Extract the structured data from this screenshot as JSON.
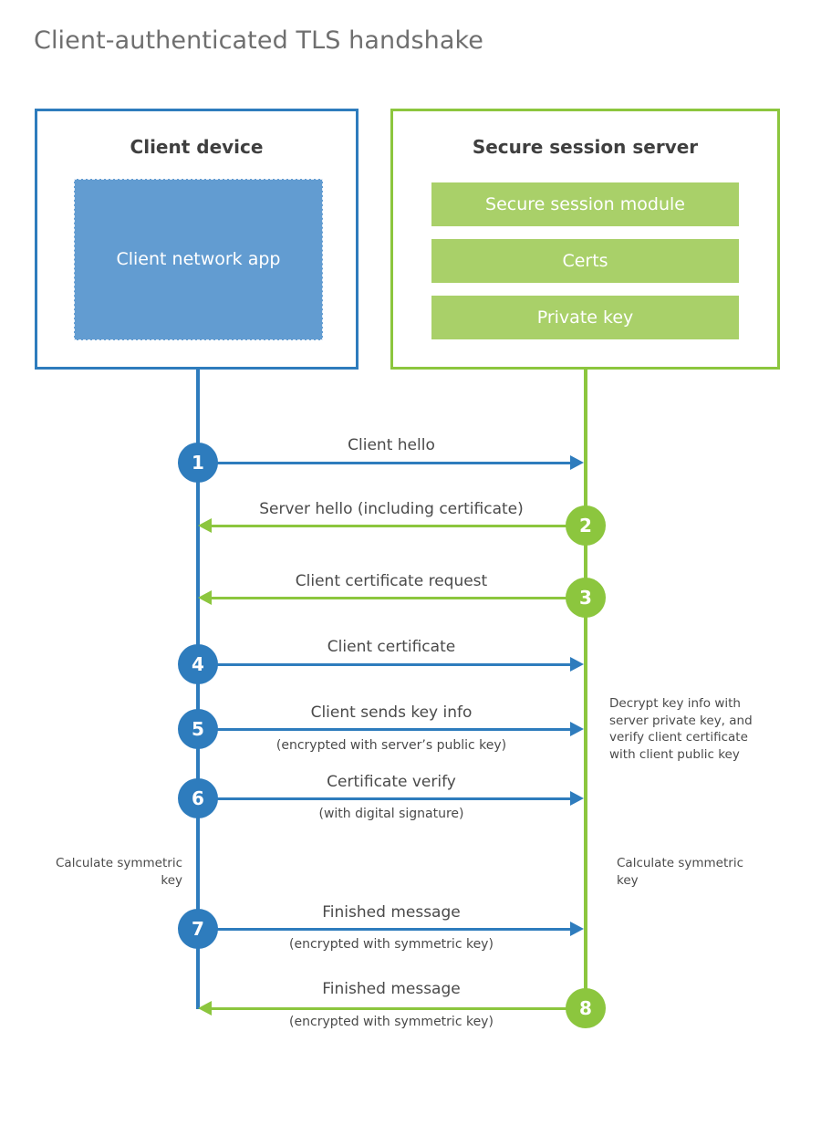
{
  "title": "Client-authenticated TLS handshake",
  "colors": {
    "client_blue": "#2e7cbd",
    "client_app_fill": "#629cd1",
    "server_green": "#8cc63e",
    "server_bar_fill": "#a9d069",
    "title_gray": "#6f6f6f",
    "text_gray": "#4a4a4a",
    "background": "#ffffff"
  },
  "client": {
    "title": "Client device",
    "app_label": "Client network app"
  },
  "server": {
    "title": "Secure session server",
    "modules": [
      "Secure session module",
      "Certs",
      "Private key"
    ]
  },
  "messages": [
    {
      "step": "1",
      "label": "Client hello",
      "sublabel": "",
      "direction": "client-to-server",
      "badge_side": "client",
      "badge_color": "blue"
    },
    {
      "step": "2",
      "label": "Server hello (including certificate)",
      "sublabel": "",
      "direction": "server-to-client",
      "badge_side": "server",
      "badge_color": "green"
    },
    {
      "step": "3",
      "label": "Client certificate request",
      "sublabel": "",
      "direction": "server-to-client",
      "badge_side": "server",
      "badge_color": "green"
    },
    {
      "step": "4",
      "label": "Client certificate",
      "sublabel": "",
      "direction": "client-to-server",
      "badge_side": "client",
      "badge_color": "blue"
    },
    {
      "step": "5",
      "label": "Client sends key info",
      "sublabel": "(encrypted with server’s public key)",
      "direction": "client-to-server",
      "badge_side": "client",
      "badge_color": "blue"
    },
    {
      "step": "6",
      "label": "Certificate verify",
      "sublabel": "(with digital signature)",
      "direction": "client-to-server",
      "badge_side": "client",
      "badge_color": "blue"
    },
    {
      "step": "7",
      "label": "Finished message",
      "sublabel": "(encrypted with symmetric key)",
      "direction": "client-to-server",
      "badge_side": "client",
      "badge_color": "blue"
    },
    {
      "step": "8",
      "label": "Finished message",
      "sublabel": "(encrypted with symmetric key)",
      "direction": "server-to-client",
      "badge_side": "server",
      "badge_color": "green"
    }
  ],
  "notes": {
    "server_decrypt": "Decrypt key info with server private key, and verify client certificate with client public key",
    "client_calculate": "Calculate symmetric key",
    "server_calculate": "Calculate symmetric key"
  }
}
